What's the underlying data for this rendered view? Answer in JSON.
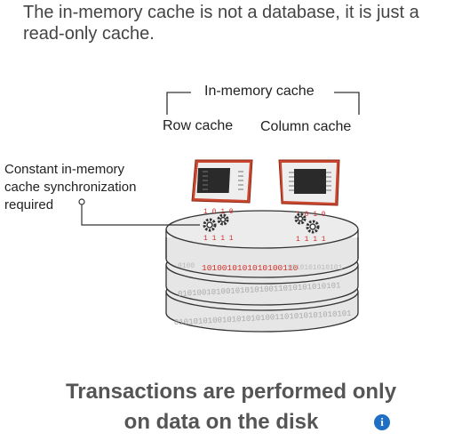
{
  "intro": {
    "line1": "The in-memory cache is not a database, it is just a",
    "line2": "read-only cache."
  },
  "labels": {
    "in_memory_cache": "In-memory cache",
    "row_cache": "Row cache",
    "column_cache": "Column cache",
    "sync_line1": "Constant in-memory",
    "sync_line2": "cache synchronization",
    "sync_line3": "required"
  },
  "disk_bits": {
    "row1": "1010010101010100110",
    "row1_faint_left": "0100",
    "row1_faint_right": "1010101010101",
    "row2": "0101001010010101010011010101010101",
    "row3": "0101010100101010101001101010101010101"
  },
  "chip_bits": {
    "top": "1 0 1 0",
    "bottom": "1 1 1 1"
  },
  "caption": {
    "line1": "Transactions are performed only",
    "line2": "on data on the disk"
  },
  "icons": {
    "info": "info-icon",
    "info_glyph": "i"
  },
  "colors": {
    "chip_frame": "#c9472f",
    "bit_red": "#d0302a",
    "disk_fill": "#e8e8e8",
    "info_blue": "#1f6fc4"
  }
}
